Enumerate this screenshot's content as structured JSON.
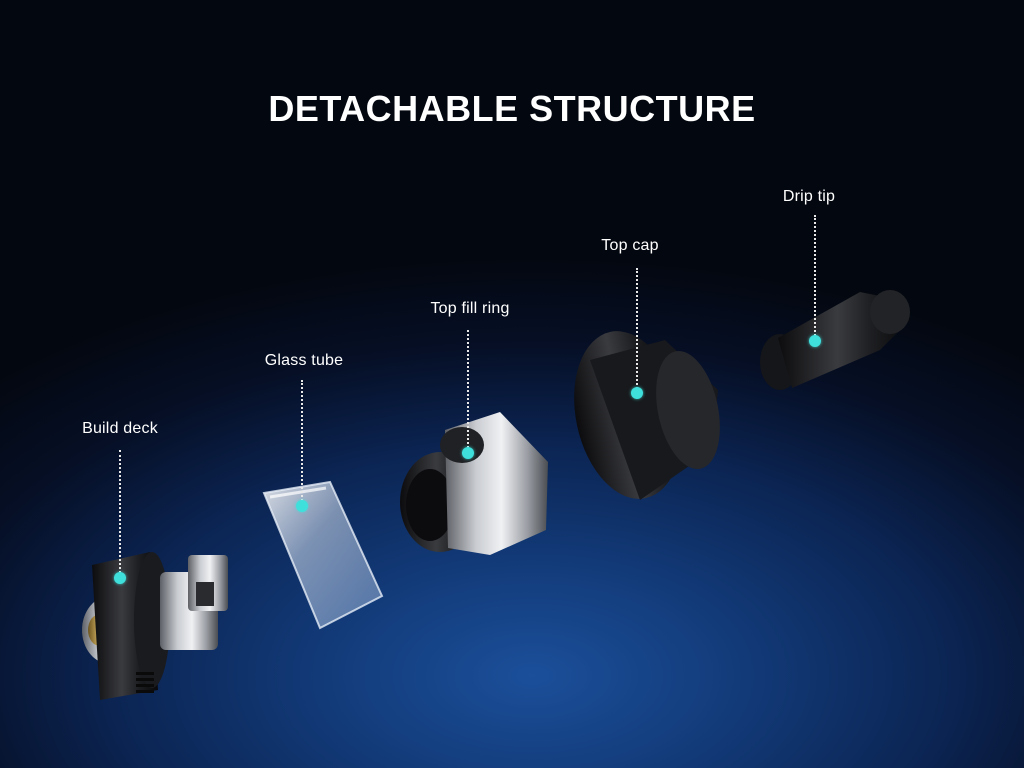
{
  "title": "DETACHABLE STRUCTURE",
  "colors": {
    "accent_dot": "#3fe0dc",
    "background_glow": "#1b4f9a",
    "background_dark": "#03070f"
  },
  "parts": [
    {
      "id": "build-deck",
      "label": "Build deck"
    },
    {
      "id": "glass-tube",
      "label": "Glass tube"
    },
    {
      "id": "top-fill-ring",
      "label": "Top fill ring"
    },
    {
      "id": "top-cap",
      "label": "Top cap"
    },
    {
      "id": "drip-tip",
      "label": "Drip tip"
    }
  ]
}
